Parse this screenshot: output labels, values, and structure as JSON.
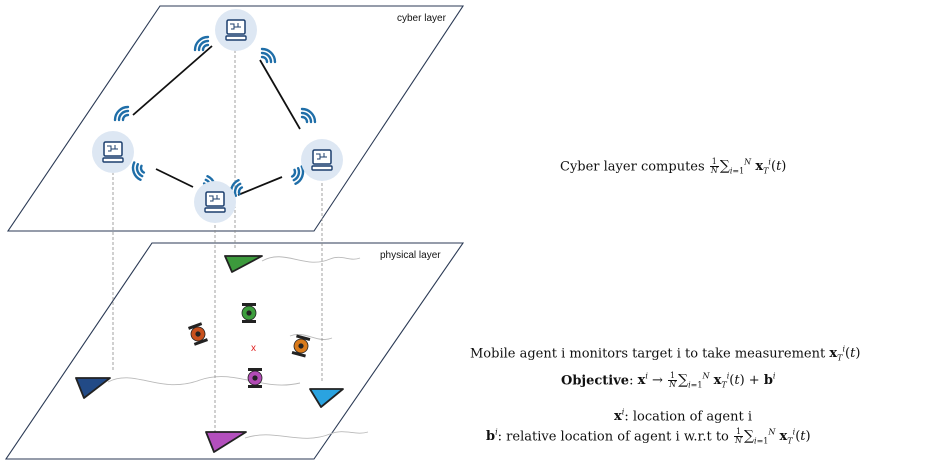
{
  "layers": {
    "cyber_label": "cyber layer",
    "physical_label": "physical layer"
  },
  "marker_label": "x",
  "annotations": {
    "cyber_text": "Cyber layer computes",
    "mobile_text": "Mobile agent i monitors target i to take measurement",
    "objective_label": "Objective",
    "location_text": ": location of agent i",
    "relative_text": ": relative location of agent i w.r.t to"
  },
  "colors": {
    "layer_stroke": "#2b3a55",
    "node_halo": "#dde7f3",
    "wifi": "#1f6ea8",
    "agent_green": "#3d9e3d",
    "agent_orange": "#d97a1a",
    "agent_rust": "#c8511e",
    "agent_purple": "#b24bb5",
    "target_green": "#3c9a3c",
    "target_navy": "#224a86",
    "target_sky": "#2aa3e0",
    "target_violet": "#b34fbd",
    "marker_red": "#e02020"
  },
  "icons": [
    "computer-node-icon",
    "wifi-signal-icon",
    "agent-robot-icon",
    "target-triangle-icon"
  ]
}
